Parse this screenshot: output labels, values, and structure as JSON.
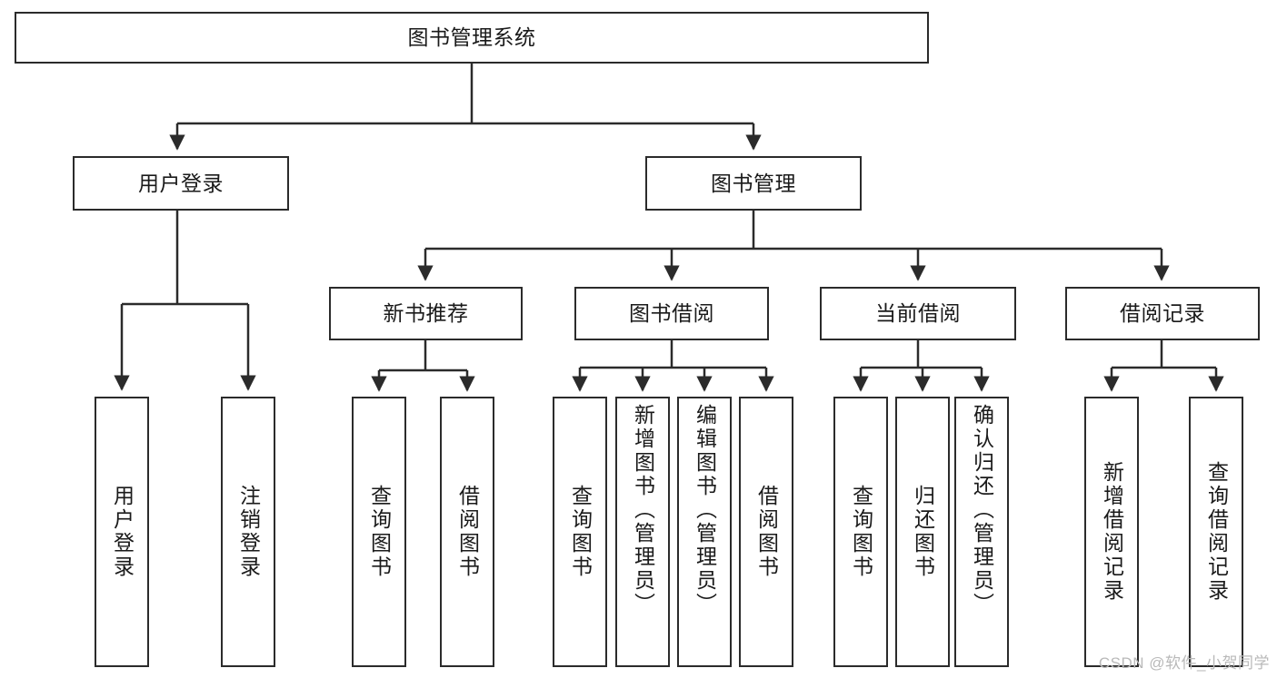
{
  "diagram": {
    "title": "图书管理系统",
    "type": "tree-hierarchy-chart",
    "colors": {
      "box_border": "#2b2b2b",
      "box_fill": "#ffffff",
      "edge": "#2b2b2b",
      "text": "#1a1a1a",
      "watermark": "#b9b9b9"
    },
    "root": {
      "label": "图书管理系统"
    },
    "level1": [
      {
        "label": "用户登录"
      },
      {
        "label": "图书管理"
      }
    ],
    "level2": [
      {
        "label": "新书推荐"
      },
      {
        "label": "图书借阅"
      },
      {
        "label": "当前借阅"
      },
      {
        "label": "借阅记录"
      }
    ],
    "leaves": {
      "user_login": [
        {
          "label": "用户登录"
        },
        {
          "label": "注销登录"
        }
      ],
      "new_book_recommend": [
        {
          "label": "查询图书"
        },
        {
          "label": "借阅图书"
        }
      ],
      "book_borrow": [
        {
          "label": "查询图书"
        },
        {
          "label": "新增图书（管理员）"
        },
        {
          "label": "编辑图书（管理员）"
        },
        {
          "label": "借阅图书"
        }
      ],
      "current_borrow": [
        {
          "label": "查询图书"
        },
        {
          "label": "归还图书"
        },
        {
          "label": "确认归还（管理员）"
        }
      ],
      "borrow_record": [
        {
          "label": "新增借阅记录"
        },
        {
          "label": "查询借阅记录"
        }
      ]
    }
  },
  "watermark": {
    "text": "CSDN @软件_小贺同学"
  }
}
